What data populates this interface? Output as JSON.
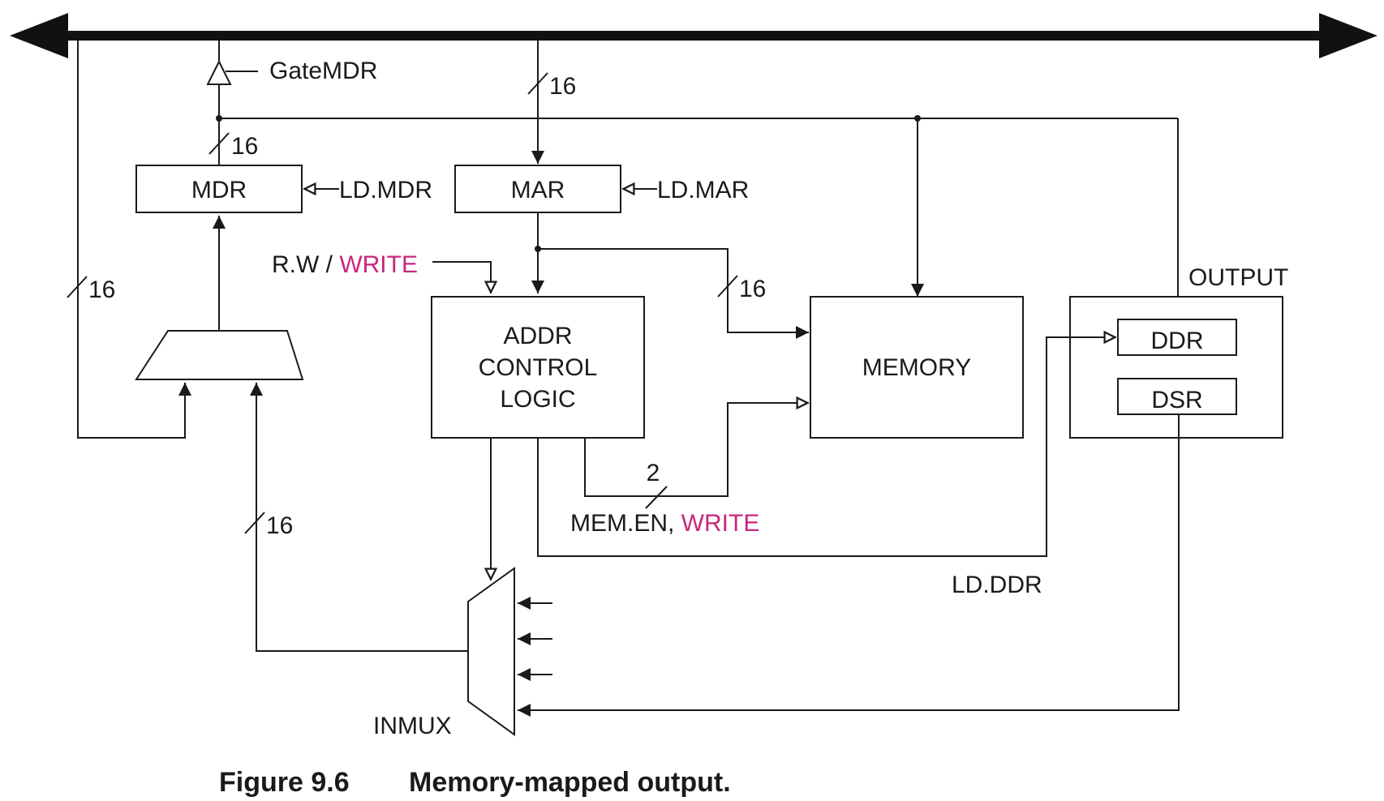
{
  "blocks": {
    "mdr": "MDR",
    "mar": "MAR",
    "addr_line1": "ADDR",
    "addr_line2": "CONTROL",
    "addr_line3": "LOGIC",
    "memory": "MEMORY",
    "ddr": "DDR",
    "dsr": "DSR"
  },
  "labels": {
    "gate_mdr": "GateMDR",
    "ld_mdr": "LD.MDR",
    "ld_mar": "LD.MAR",
    "rw": "R.W / ",
    "rw_write": "WRITE",
    "output": "OUTPUT",
    "mem_en": "MEM.EN, ",
    "mem_en_write": "WRITE",
    "ld_ddr": "LD.DDR",
    "inmux": "INMUX",
    "width_16": "16",
    "width_2": "2"
  },
  "caption": {
    "number": "Figure 9.6",
    "text": "Memory-mapped output."
  },
  "colors": {
    "line": "#1a1a1a",
    "highlight": "#c8267d"
  }
}
